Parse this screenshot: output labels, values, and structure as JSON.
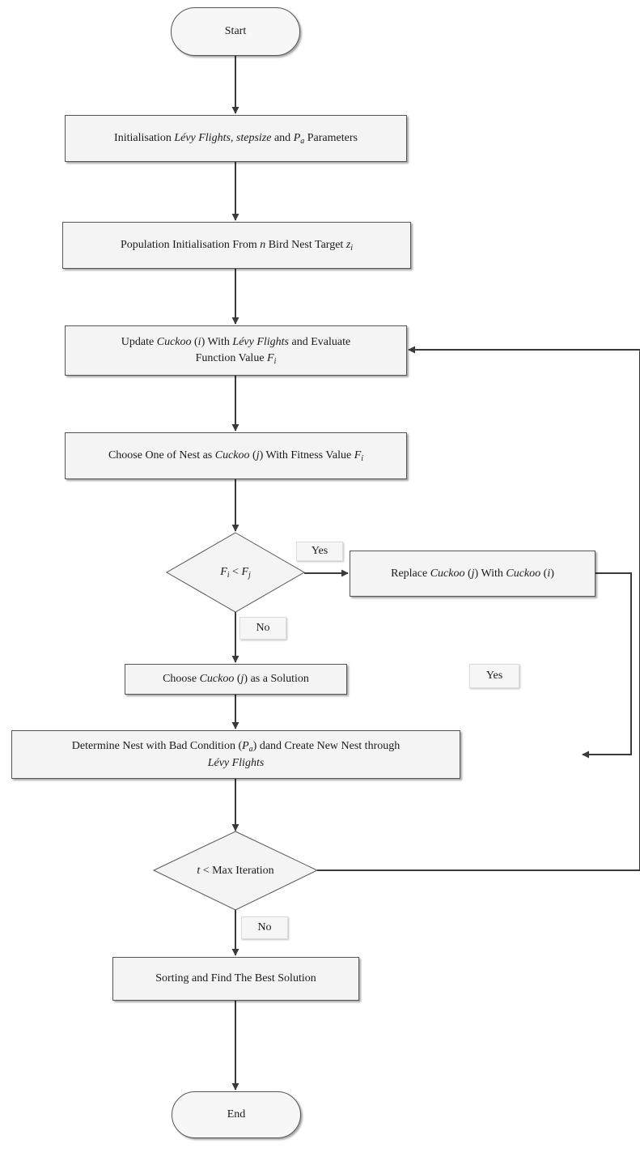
{
  "flowchart": {
    "start": "Start",
    "end": "End",
    "init_params": {
      "p1": "Initialisation ",
      "levy": "Lévy Flights, stepsize",
      "p2": " and ",
      "pa_P": "P",
      "pa_sub": "a",
      "p3": " Parameters"
    },
    "population": {
      "p1": "Population Initialisation From ",
      "n": "n",
      "p2": " Bird Nest Target ",
      "z": "z",
      "z_sub": "i"
    },
    "update": {
      "p1": "Update ",
      "cuckoo": "Cuckoo",
      "p2": " (",
      "i": "i",
      "p3": ") With ",
      "levy": "Lévy Flights",
      "p4": " and Evaluate",
      "line2": "Function  Value ",
      "F": "F",
      "F_sub": "i"
    },
    "choose_nest": {
      "p1": "Choose One of Nest as ",
      "cuckoo": "Cuckoo",
      "p2": " (",
      "j": "j",
      "p3": ") With Fitness Value ",
      "F": "F",
      "F_sub": "i"
    },
    "decision1": {
      "F1": "F",
      "s1": "i",
      "op": " < ",
      "F2": "F",
      "s2": "j"
    },
    "replace": {
      "p1": "Replace ",
      "cuckoo1": "Cuckoo",
      "p2": " (",
      "j": "j",
      "p3": ") With ",
      "cuckoo2": "Cuckoo",
      "p4": " (",
      "i": "i",
      "p5": ")"
    },
    "choose_solution": {
      "p1": "Choose ",
      "cuckoo": "Cuckoo",
      "p2": " (",
      "j": "j",
      "p3": ") as a Solution"
    },
    "determine": {
      "p1": "Determine Nest with Bad Condition (",
      "P": "P",
      "P_sub": "a",
      "p2": ") dand Create New Nest through",
      "levy": "Lévy Flights"
    },
    "decision2": {
      "t": "t",
      "rest": " < Max Iteration"
    },
    "sort": "Sorting and Find The Best Solution",
    "labels": {
      "yes1": "Yes",
      "no1": "No",
      "yes2": "Yes",
      "no2": "No"
    }
  },
  "colors": {
    "line": "#3a3a3a",
    "box_fill": "#f4f4f4",
    "box_border": "#555555"
  }
}
